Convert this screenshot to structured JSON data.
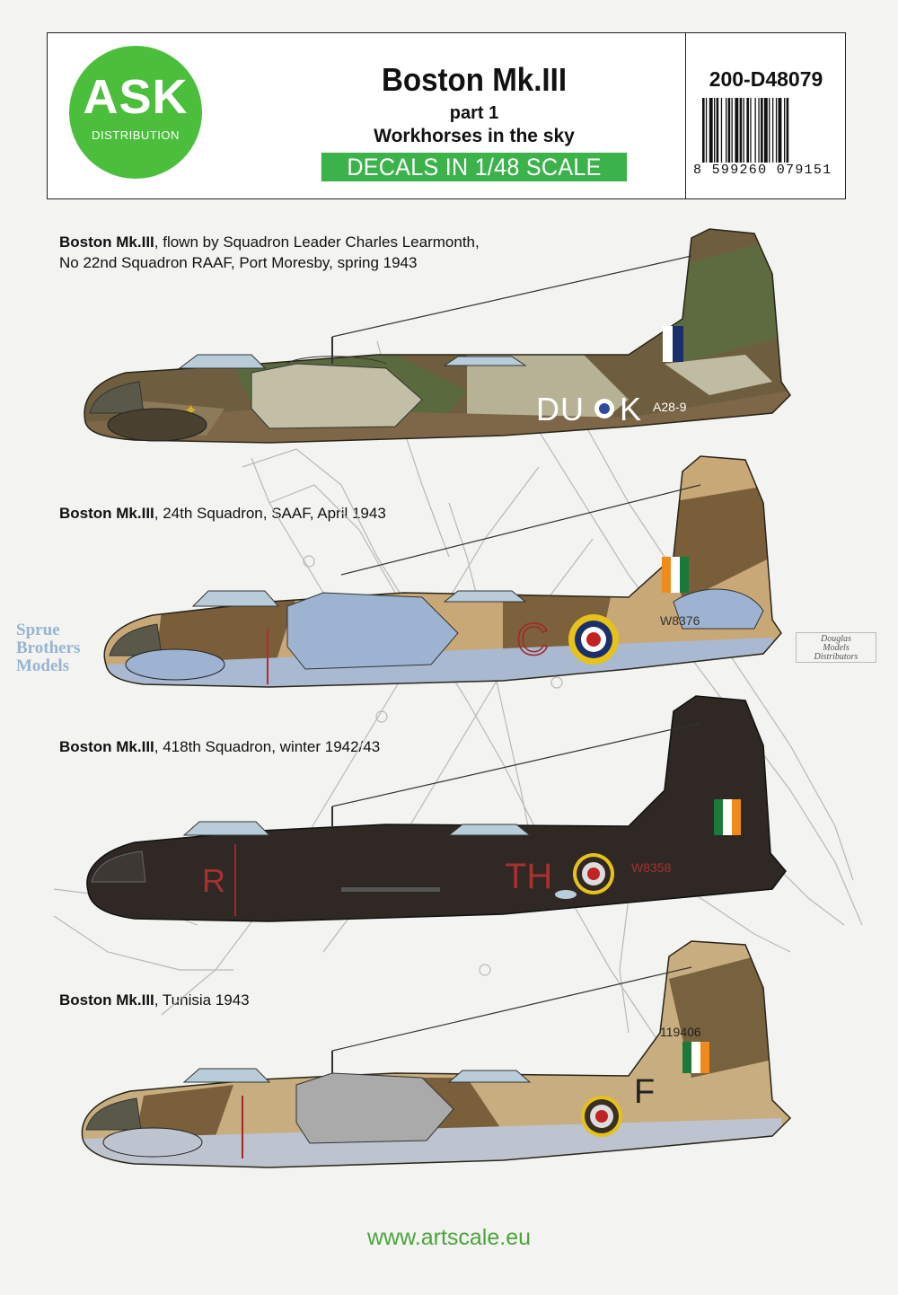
{
  "header": {
    "logo_main": "ASK",
    "logo_sub": "DISTRIBUTION",
    "title": "Boston Mk.III",
    "part": "part 1",
    "subtitle": "Workhorses in the sky",
    "scale_label": "DECALS IN 1/48 SCALE",
    "product_code": "200-D48079",
    "barcode_number": "8  599260  079151"
  },
  "schemes": [
    {
      "model": "Boston Mk.III",
      "line1": ", flown by Squadron Leader Charles Learmonth,",
      "line2": "No 22nd Squadron RAAF, Port Moresby, spring 1943",
      "code_left": "DU",
      "code_right": "K",
      "serial": "A28-9"
    },
    {
      "model": "Boston Mk.III",
      "line1": ", 24th Squadron, SAAF, April 1943",
      "code_letter": "C",
      "serial": "W8376"
    },
    {
      "model": "Boston Mk.III",
      "line1": ", 418th Squadron, winter 1942/43",
      "code_nose": "R",
      "code_letter": "TH",
      "serial": "W8358"
    },
    {
      "model": "Boston Mk.III",
      "line1": ", Tunisia 1943",
      "code_letter": "F",
      "serial": "119406"
    }
  ],
  "watermarks": {
    "left": [
      "Sprue",
      "Brothers",
      "Models"
    ],
    "right": [
      "Douglas",
      "Models",
      "Distributors"
    ]
  },
  "footer": {
    "url": "www.artscale.eu"
  },
  "colors": {
    "brand_green": "#3bb34a",
    "logo_green": "#4bbf3c",
    "url_green": "#4aa63a"
  }
}
